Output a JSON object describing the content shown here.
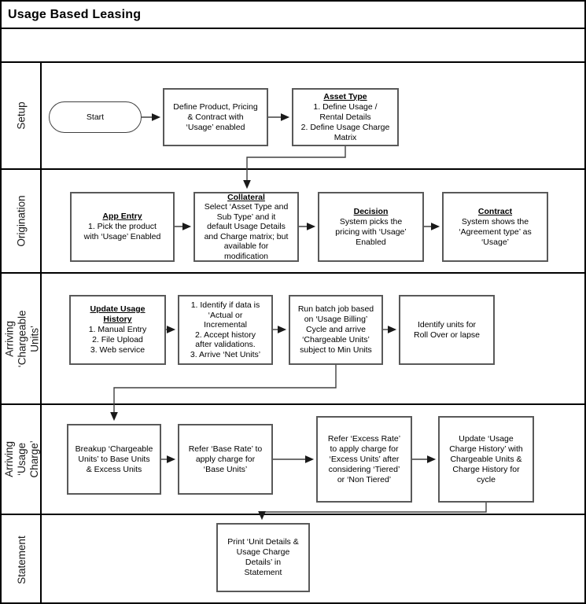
{
  "title": "Usage Based Leasing",
  "lanes": [
    {
      "label": "Setup"
    },
    {
      "label": "Origination"
    },
    {
      "label": "Arriving\n‘Chargeable Units’"
    },
    {
      "label": "Arriving\n‘Usage Charge’"
    },
    {
      "label": "Statement"
    }
  ],
  "nodes": {
    "start": {
      "label": "Start"
    },
    "define_product": {
      "body": "Define Product, Pricing\n& Contract with\n‘Usage’ enabled"
    },
    "asset_type": {
      "title": "Asset Type",
      "body": "1. Define Usage /\nRental Details\n2. Define Usage Charge\nMatrix"
    },
    "app_entry": {
      "title": "App Entry",
      "body": "1. Pick the product\nwith ‘Usage’ Enabled"
    },
    "collateral": {
      "title": "Collateral",
      "body": "Select ‘Asset Type and\nSub Type’ and it\ndefault Usage Details\nand Charge matrix; but\navailable for\nmodification"
    },
    "decision": {
      "title": "Decision",
      "body": "System picks the\npricing with ‘Usage’\nEnabled"
    },
    "contract": {
      "title": "Contract",
      "body": "System shows the\n‘Agreement type’ as\n‘Usage’"
    },
    "update_usage_history": {
      "title": "Update Usage\nHistory",
      "body": "1. Manual Entry\n2. File Upload\n3. Web service"
    },
    "identify_data": {
      "body": "1. Identify if data is\n‘Actual or\nIncremental\n2. Accept history\nafter validations.\n3. Arrive ‘Net Units’"
    },
    "run_batch_job": {
      "body": "Run batch job based\non ‘Usage Billing’\nCycle and arrive\n‘Chargeable Units’\nsubject to Min Units"
    },
    "identify_units": {
      "body": "Identify units for\nRoll Over or lapse"
    },
    "breakup_units": {
      "body": "Breakup ‘Chargeable\nUnits’ to Base Units\n& Excess Units"
    },
    "refer_base_rate": {
      "body": "Refer ‘Base Rate’ to\napply charge for\n‘Base Units’"
    },
    "refer_excess_rate": {
      "body": "Refer ‘Excess Rate’\nto apply charge for\n‘Excess Units’ after\nconsidering ‘Tiered’\nor ‘Non Tiered’"
    },
    "update_charge_history": {
      "body": "Update ‘Usage\nCharge History’ with\nChargeable Units &\nCharge History for\ncycle"
    },
    "print_statement": {
      "body": "Print ‘Unit Details &\nUsage Charge\nDetails’ in\nStatement"
    }
  },
  "colors": {
    "box_border": "#595959",
    "lane_border": "#000000",
    "connector": "#404040"
  }
}
